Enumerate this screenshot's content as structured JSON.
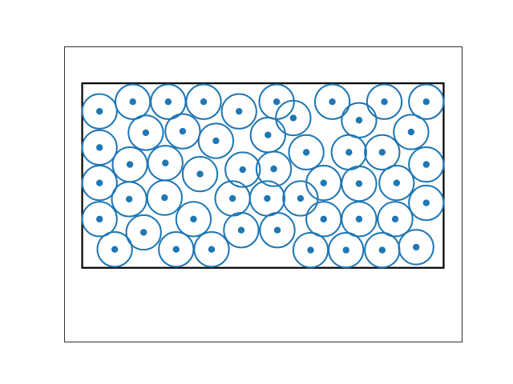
{
  "chart_data": {
    "type": "scatter",
    "title": "",
    "xlabel": "",
    "ylabel": "",
    "xlim": [
      -0.5,
      10.5
    ],
    "ylim": [
      -2.0,
      6.0
    ],
    "axis_ticks": "hidden",
    "grid": false,
    "legend": "none",
    "marker_color": "#1f77b4",
    "ring_radius": 0.48,
    "container": {
      "xmin": 0,
      "xmax": 10,
      "ymin": 0,
      "ymax": 5,
      "edge_color": "#000000"
    },
    "series": [
      {
        "marker": "dot-with-ring",
        "points": [
          [
            0.48,
            4.24
          ],
          [
            0.48,
            3.26
          ],
          [
            0.48,
            2.3
          ],
          [
            0.48,
            1.32
          ],
          [
            0.9,
            0.5
          ],
          [
            1.4,
            4.5
          ],
          [
            1.76,
            3.66
          ],
          [
            1.32,
            2.8
          ],
          [
            1.3,
            1.86
          ],
          [
            1.7,
            0.96
          ],
          [
            2.38,
            4.5
          ],
          [
            2.78,
            3.7
          ],
          [
            2.3,
            2.84
          ],
          [
            2.28,
            1.9
          ],
          [
            2.6,
            0.5
          ],
          [
            3.36,
            4.5
          ],
          [
            3.7,
            3.44
          ],
          [
            3.26,
            2.54
          ],
          [
            3.08,
            1.32
          ],
          [
            3.58,
            0.5
          ],
          [
            4.34,
            4.24
          ],
          [
            4.16,
            1.88
          ],
          [
            4.44,
            2.66
          ],
          [
            4.4,
            1.02
          ],
          [
            5.14,
            3.6
          ],
          [
            5.38,
            4.5
          ],
          [
            5.3,
            2.68
          ],
          [
            5.12,
            1.88
          ],
          [
            5.4,
            1.02
          ],
          [
            5.84,
            4.06
          ],
          [
            6.04,
            1.88
          ],
          [
            6.2,
            3.13
          ],
          [
            6.32,
            0.48
          ],
          [
            6.92,
            4.5
          ],
          [
            6.68,
            2.3
          ],
          [
            6.68,
            1.32
          ],
          [
            7.3,
            0.48
          ],
          [
            7.38,
            3.13
          ],
          [
            7.66,
            4.0
          ],
          [
            7.66,
            2.28
          ],
          [
            7.66,
            1.32
          ],
          [
            8.3,
            0.48
          ],
          [
            8.3,
            3.13
          ],
          [
            8.36,
            4.5
          ],
          [
            8.7,
            2.3
          ],
          [
            8.66,
            1.32
          ],
          [
            9.1,
            3.68
          ],
          [
            9.52,
            4.5
          ],
          [
            9.52,
            2.8
          ],
          [
            9.52,
            1.76
          ],
          [
            9.24,
            0.56
          ]
        ]
      }
    ]
  }
}
